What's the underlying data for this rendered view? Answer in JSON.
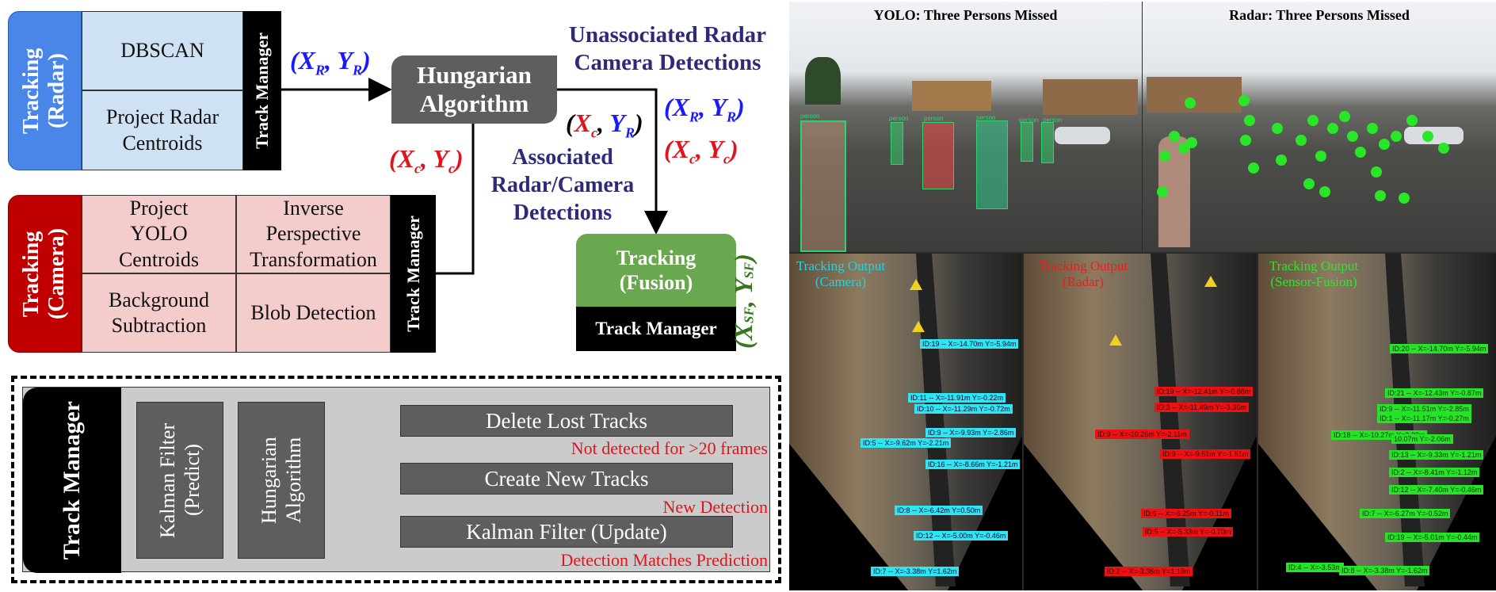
{
  "radar_block": {
    "title": "Tracking (Radar)",
    "cells": [
      "DBSCAN",
      "Project Radar Centroids"
    ],
    "track_manager": "Track Manager"
  },
  "camera_block": {
    "title": "Tracking (Camera)",
    "cells": [
      "Project YOLO Centroids",
      "Inverse Perspective Transformation",
      "Background Subtraction",
      "Blob Detection"
    ],
    "track_manager": "Track Manager"
  },
  "hungarian": {
    "label": "Hungarian Algorithm"
  },
  "fusion_block": {
    "title": "Tracking (Fusion)",
    "track_manager": "Track Manager"
  },
  "labels": {
    "unassociated": "Unassociated Radar Camera Detections",
    "associated": "Associated Radar/Camera Detections",
    "xr_yr_left": {
      "X": "X",
      "Xsub": "R",
      "Y": "Y",
      "Ysub": "R"
    },
    "xc_yc_left": {
      "X": "X",
      "Xsub": "c",
      "Y": "Y",
      "Ysub": "c"
    },
    "xc_yr_mid": {
      "X": "X",
      "Xsub": "c",
      "Y": "Y",
      "Ysub": "R"
    },
    "xr_yr_right": {
      "X": "X",
      "Xsub": "R",
      "Y": "Y",
      "Ysub": "R"
    },
    "xc_yc_right": {
      "X": "X",
      "Xsub": "c",
      "Y": "Y",
      "Ysub": "c"
    },
    "xsf_ysf": {
      "X": "X",
      "Xsub": "SF",
      "Y": "Y",
      "Ysub": "SF"
    }
  },
  "track_manager_detail": {
    "title": "Track Manager",
    "kalman_predict": "Kalman Filter (Predict)",
    "hungarian": "Hungarian Algorithm",
    "actions": [
      {
        "label": "Delete Lost Tracks",
        "note": "Not detected for >20 frames"
      },
      {
        "label": "Create New Tracks",
        "note": "New Detection"
      },
      {
        "label": "Kalman Filter (Update)",
        "note": "Detection Matches Prediction"
      }
    ]
  },
  "photos": {
    "top_left_caption": "YOLO: Three Persons Missed",
    "top_right_caption": "Radar: Three Persons Missed",
    "person_label": "person",
    "panel_camera": {
      "title": "Tracking Output (Camera)",
      "color": "#22d3e0",
      "tags": [
        "ID:19 -- X=-14.70m Y=-5.94m",
        "ID:11 -- X=-11.91m Y=-0.22m",
        "ID:10 -- X=-11.29m Y=-0.72m",
        "ID:9 -- X=-9.93m Y=-2.86m",
        "ID:5 -- X=-9.62m Y=-2.21m",
        "ID:16 -- X=-8.66m Y=-1.21m",
        "ID:8 -- X=-6.42m Y=0.50m",
        "ID:12 -- X=-5.00m Y=-0.46m",
        "ID:7 -- X=-3.38m Y=1.62m"
      ]
    },
    "panel_radar": {
      "title": "Tracking Output (Radar)",
      "color": "#ee1c1c",
      "tags": [
        "ID:19 -- X=-12.41m Y=-0.88m",
        "ID:3 -- X=-11.49m Y=-3.36m",
        "ID:9 -- X=-10.26m Y=-2.11m",
        "ID:9 -- X=-9.51m Y=-1.51m",
        "ID:6 -- X=-6.25m Y=-0.11m",
        "ID:5 -- X=-5.33m Y=-0.70m",
        "ID:2 -- X=-3.36m Y=1.19m"
      ]
    },
    "panel_fusion": {
      "title": "Tracking Output (Sensor-Fusion)",
      "color": "#2ee52e",
      "tags": [
        "ID:20 -- X=-14.70m Y=-5.94m",
        "ID:21 -- X=-12.43m Y=-0.87m",
        "ID:9 -- X=-11.51m Y=-2.85m",
        "ID:1 -- X=-11.17m Y=-0.27m",
        "ID:18 -- X=-10.27m Y=2.23m",
        "10.07m Y=-2.06m",
        "ID:13 -- X=-9.33m Y=-1.21m",
        "ID:2 -- X=-8.41m Y=-1.12m",
        "ID:12 -- X=-7.40m Y=-0.46m",
        "ID:7 -- X=-6.27m Y=-0.52m",
        "ID:19 -- X=-5.01m Y=-0.44m",
        "ID:4 -- X=-3.53m",
        "ID:8 -- X=-3.38m Y=-1.62m"
      ]
    }
  },
  "colors": {
    "radar_blue": "#4a86e8",
    "camera_red": "#c00000",
    "fusion_green": "#6aa84f",
    "formula_blue": "#1a1aff",
    "formula_red": "#e0141e",
    "formula_green": "#38761d",
    "label_navy": "#2e2a7a"
  }
}
